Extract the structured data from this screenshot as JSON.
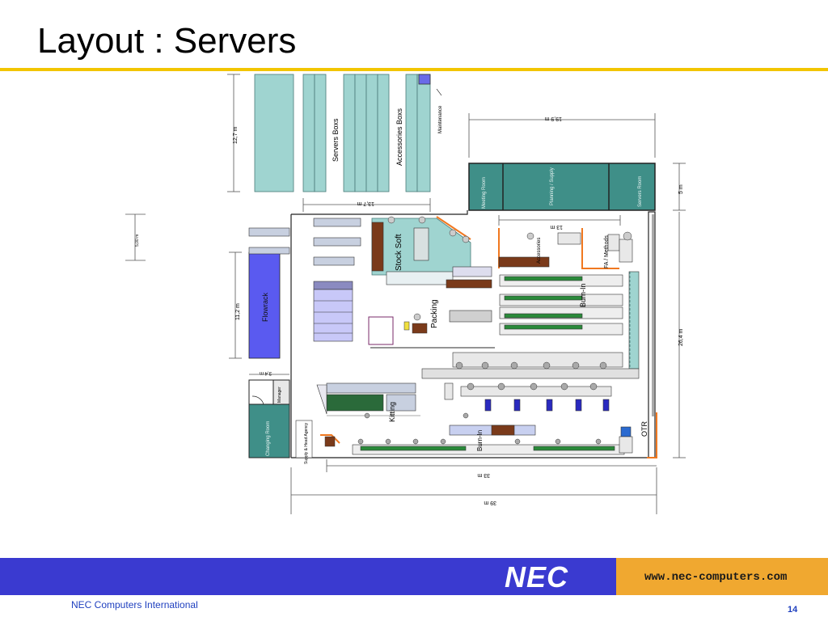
{
  "slide": {
    "title": "Layout : Servers",
    "company": "NEC Computers International",
    "page_number": "14",
    "logo_text": "NEC",
    "url": "www.nec-computers.com"
  },
  "colors": {
    "accent_gold": "#f2c500",
    "footer_blue": "#3a3ad0",
    "footer_orange": "#f0a830",
    "teal_storage": "#9fd4d0",
    "dark_teal_room": "#3f8f88",
    "flowrack_blue": "#5a5af0",
    "orange_line": "#f07820"
  },
  "plan": {
    "areas": {
      "servers_boxs": "Servers Boxs",
      "accessories_boxs": "Accessories Boxs",
      "maintenance": "Maintenance",
      "meeting_room": "Meeting Room",
      "planning_supply": "Planning / Supply",
      "servers_room": "Servers Room",
      "stock_soft": "Stock Soft",
      "accessories": "Accessories",
      "fa_methods": "FA / Methods",
      "burn_in_top": "Burn-In",
      "packing": "Packing",
      "flowrack": "Flowrack",
      "kitting": "Kitting",
      "manager": "Manager",
      "changing_room": "Changing Room",
      "supply_head": "Supply & Head Agency",
      "burn_in_bottom": "Burn-In",
      "otr": "OTR"
    },
    "dimensions": {
      "d_12_7": "12,7 m",
      "d_19_9": "19,9 m",
      "d_13_7": "13,7 m",
      "d_5": "5 m",
      "d_13": "13 m",
      "d_5_00": "5,00 m",
      "d_11_2": "11,2 m",
      "d_26_4": "26,4 m",
      "d_3_4": "3,4 m",
      "d_33": "33 m",
      "d_39": "39 m"
    }
  }
}
